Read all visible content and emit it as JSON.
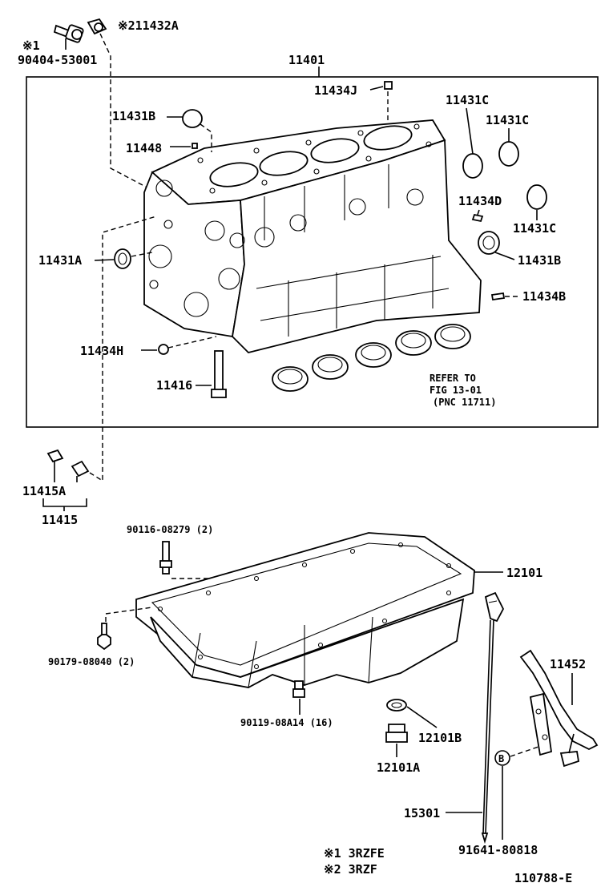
{
  "labels": {
    "p90404": "90404-53001",
    "p90404_note": "※1",
    "p11432a": "※211432A",
    "p11401": "11401",
    "p11434j": "11434J",
    "p11431b_top": "11431B",
    "p11448": "11448",
    "p11431c_1": "11431C",
    "p11431c_2": "11431C",
    "p11431c_3": "11431C",
    "p11434d": "11434D",
    "p11431a": "11431A",
    "p11431b_right": "11431B",
    "p11434b": "11434B",
    "p11434h": "11434H",
    "p11416": "11416",
    "refer_1": "REFER TO",
    "refer_2": "FIG 13-01",
    "refer_3": "(PNC 11711)",
    "p11415a": "11415A",
    "p11415": "11415",
    "p90116": "90116-08279 (2)",
    "p12101": "12101",
    "p90179": "90179-08040 (2)",
    "p11452": "11452",
    "p90119": "90119-08A14 (16)",
    "p12101b": "12101B",
    "p12101a": "12101A",
    "circle_b": "B",
    "p15301": "15301",
    "p91641": "91641-80818",
    "note1": "※1 3RZFE",
    "note2": "※2 3RZF",
    "fig_id": "110788-E"
  }
}
